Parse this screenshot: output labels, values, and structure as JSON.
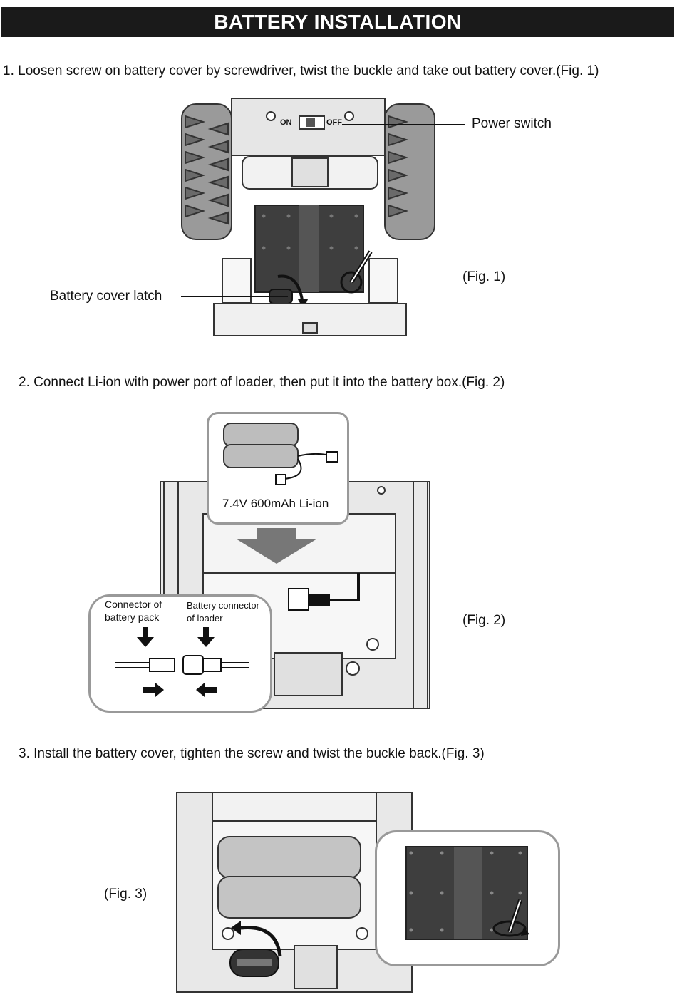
{
  "header": {
    "title": "BATTERY INSTALLATION"
  },
  "steps": [
    {
      "text": "1. Loosen screw on battery cover by screwdriver, twist the buckle and take out battery cover.(Fig. 1)"
    },
    {
      "text": "2. Connect Li-ion  with power port of loader, then put it into the battery box.(Fig. 2)"
    },
    {
      "text": "3. Install the battery cover, tighten the screw and twist the buckle back.(Fig. 3)"
    }
  ],
  "fig1": {
    "label": "(Fig. 1)",
    "callout_power_switch": "Power switch",
    "callout_latch": "Battery cover latch",
    "switch_on": "ON",
    "switch_off": "OFF"
  },
  "fig2": {
    "label": "(Fig. 2)",
    "battery_spec": "7.4V 600mAh Li-ion",
    "connector_pack": "Connector of battery pack",
    "connector_pack_line1": "Connector of",
    "connector_pack_line2": "battery pack",
    "connector_loader_line1": "Battery connector",
    "connector_loader_line2": "of loader"
  },
  "fig3": {
    "label": "(Fig. 3)"
  },
  "colors": {
    "header_bg": "#1a1a1a",
    "header_text": "#ffffff",
    "panel_dark": "#3a3a3a",
    "panel_light": "#dcdcdc"
  }
}
